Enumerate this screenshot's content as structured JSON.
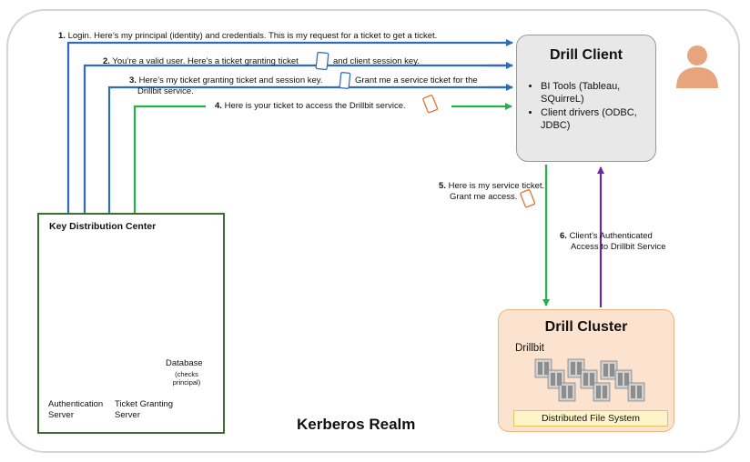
{
  "steps": {
    "s1": {
      "num": "1.",
      "text": "Login.  Here’s my principal (identity) and credentials. This is my request for a ticket to get a ticket."
    },
    "s2": {
      "num": "2.",
      "text_a": "You’re a valid user. Here’s a ticket granting ticket",
      "text_b": "and client session key."
    },
    "s3": {
      "num": "3.",
      "text_a": "Here’s my ticket granting ticket and session key.",
      "text_b": "Grant me a service ticket for the",
      "text_c": "Drillbit service."
    },
    "s4": {
      "num": "4.",
      "text": "Here is your ticket to access the Drillbit service."
    },
    "s5": {
      "num": "5.",
      "line1": "Here is my service ticket.",
      "line2": "Grant me access."
    },
    "s6": {
      "num": "6.",
      "line1": "Client’s Authenticated",
      "line2": "Access to Drillbit Service"
    }
  },
  "client": {
    "title": "Drill Client",
    "items": [
      "BI Tools (Tableau, SQuirreL)",
      "Client drivers (ODBC, JDBC)"
    ]
  },
  "kdc": {
    "title": "Key Distribution Center",
    "auth_server": [
      "Authentication",
      "Server"
    ],
    "tgs": [
      "Ticket Granting",
      "Server"
    ],
    "database": "Database",
    "database_note": [
      "(checks",
      "principal)"
    ]
  },
  "cluster": {
    "title": "Drill Cluster",
    "drillbit": "Drillbit",
    "dfs": "Distributed File System"
  },
  "realm": "Kerberos Realm",
  "colors": {
    "blue": "#2e6db4",
    "green": "#22b14c",
    "purple": "#6a2b9a",
    "ticket_blue": "#3b6fb6",
    "ticket_orange": "#e8722e",
    "person": "#e8a57d"
  }
}
